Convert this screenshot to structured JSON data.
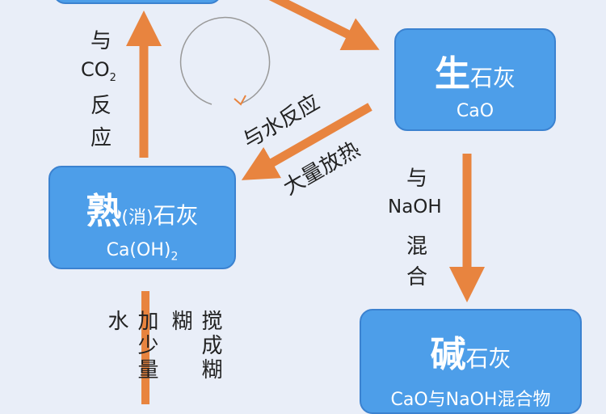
{
  "colors": {
    "background": "#e9eef8",
    "box": "#4d9ee9",
    "arrow": "#e8843f"
  },
  "quicklime": {
    "main": "生",
    "rest": "石灰",
    "formula": "CaO"
  },
  "slaked_lime": {
    "main": "熟",
    "paren": "(消)",
    "rest": "石灰",
    "formula": "Ca(OH)",
    "formula_sub": "2"
  },
  "soda_lime": {
    "main": "碱",
    "rest": "石灰",
    "formula": "CaO与NaOH混合物"
  },
  "labels": {
    "co2": {
      "l1": "与",
      "l2": "CO",
      "l2_sub": "2",
      "l3": "反",
      "l4": "应"
    },
    "water": "与水反应",
    "heat": "大量放热",
    "naoh": {
      "l1": "与",
      "l2": "NaOH",
      "l3": "混",
      "l4": "合"
    },
    "add_water": "加少量水",
    "paste": "搅成糊糊"
  }
}
